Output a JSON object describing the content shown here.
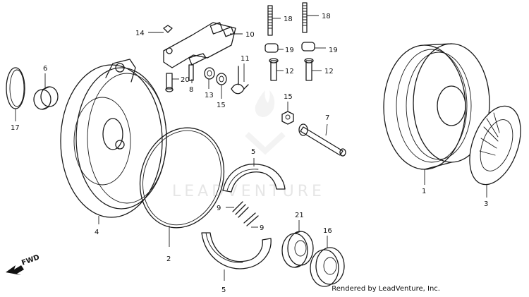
{
  "watermark": "LEADVENTURE",
  "credit": "Rendered by LeadVenture, Inc.",
  "fwd_label": "FWD",
  "callouts": {
    "c1": "1",
    "c2": "2",
    "c3": "3",
    "c4": "4",
    "c5a": "5",
    "c5b": "5",
    "c6": "6",
    "c7": "7",
    "c8": "8",
    "c9a": "9",
    "c9b": "9",
    "c10": "10",
    "c11": "11",
    "c12a": "12",
    "c12b": "12",
    "c13": "13",
    "c14": "14",
    "c15a": "15",
    "c15b": "15",
    "c16": "16",
    "c17": "17",
    "c18a": "18",
    "c18b": "18",
    "c19a": "19",
    "c19b": "19",
    "c20": "20",
    "c21": "21"
  }
}
